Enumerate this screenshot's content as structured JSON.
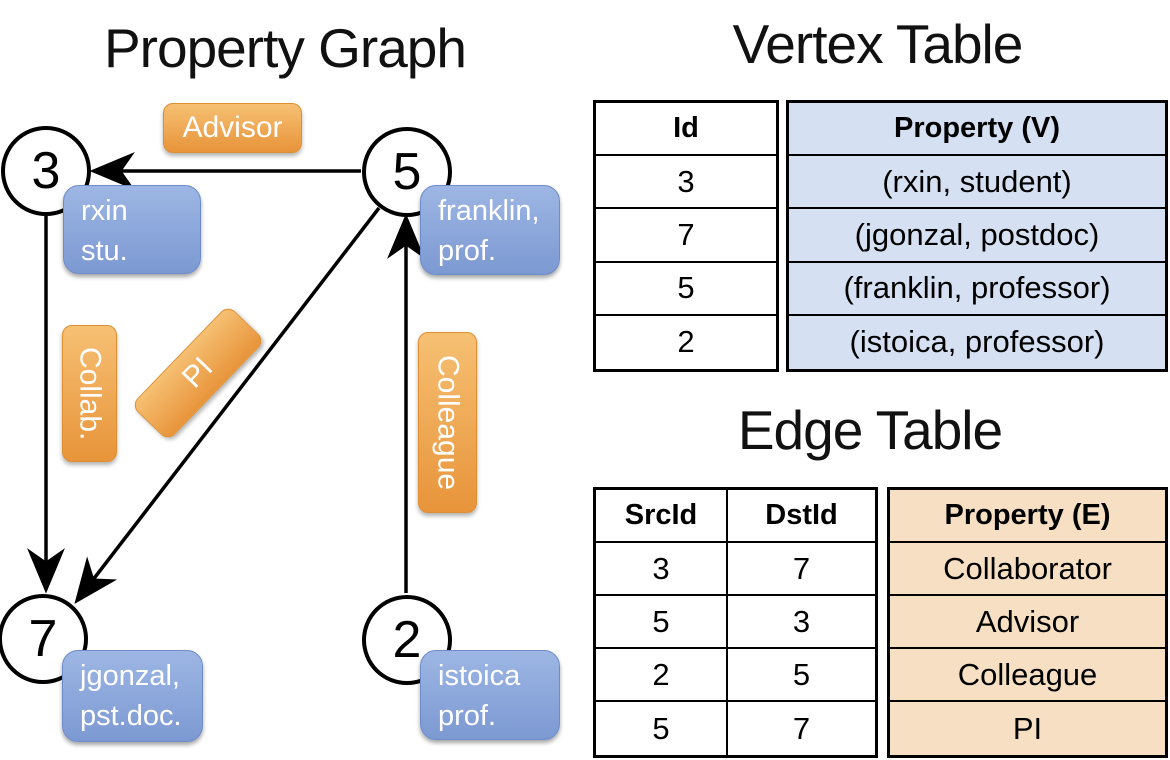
{
  "titles": {
    "graph": "Property Graph",
    "vertex": "Vertex Table",
    "edge": "Edge Table"
  },
  "graph": {
    "nodes": [
      {
        "id": "3",
        "prop_line1": "rxin",
        "prop_line2": "stu."
      },
      {
        "id": "5",
        "prop_line1": "franklin,",
        "prop_line2": "prof."
      },
      {
        "id": "7",
        "prop_line1": "jgonzal,",
        "prop_line2": "pst.doc."
      },
      {
        "id": "2",
        "prop_line1": "istoica",
        "prop_line2": "prof."
      }
    ],
    "edge_labels": {
      "advisor": "Advisor",
      "collab": "Collab.",
      "pi": "PI",
      "colleague": "Colleague"
    }
  },
  "vertex_table": {
    "headers": {
      "id": "Id",
      "property": "Property (V)"
    },
    "rows": [
      {
        "id": "3",
        "property": "(rxin, student)"
      },
      {
        "id": "7",
        "property": "(jgonzal, postdoc)"
      },
      {
        "id": "5",
        "property": "(franklin, professor)"
      },
      {
        "id": "2",
        "property": "(istoica, professor)"
      }
    ]
  },
  "edge_table": {
    "headers": {
      "src": "SrcId",
      "dst": "DstId",
      "property": "Property (E)"
    },
    "rows": [
      {
        "src": "3",
        "dst": "7",
        "property": "Collaborator"
      },
      {
        "src": "5",
        "dst": "3",
        "property": "Advisor"
      },
      {
        "src": "2",
        "dst": "5",
        "property": "Colleague"
      },
      {
        "src": "5",
        "dst": "7",
        "property": "PI"
      }
    ]
  },
  "colors": {
    "edge-label-top": "#F6C073",
    "edge-label-bottom": "#E8943A",
    "vertex-label-top": "#9DB6E4",
    "vertex-label-bottom": "#7C99D2",
    "vertex-property-fill": "#D5E0F3",
    "edge-property-fill": "#F6DFC3"
  }
}
